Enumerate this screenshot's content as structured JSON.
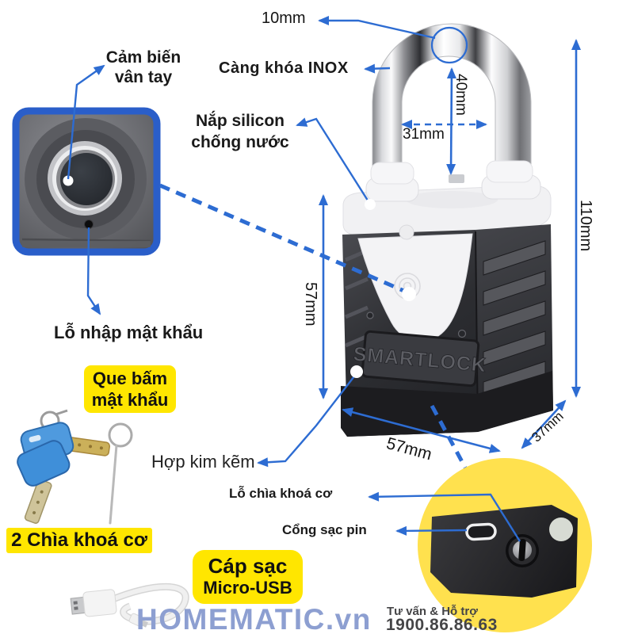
{
  "colors": {
    "accent_blue": "#2d6cd2",
    "label_yellow": "#ffe600",
    "circle_yellow": "#ffe14e",
    "logo_blue": "#8d9fd1",
    "text_dark": "#1a1a1a"
  },
  "product": {
    "engraving": "SMARTLOCK"
  },
  "callouts": {
    "fingerprint": {
      "line1": "Cảm biến",
      "line2": "vân tay"
    },
    "shackle": {
      "label": "Càng khóa INOX"
    },
    "silicon": {
      "line1": "Nắp silicon",
      "line2": "chống nước"
    },
    "password_hole": {
      "label": "Lỗ nhập mật khẩu"
    },
    "password_stick": {
      "line1": "Que bấm",
      "line2": "mật khẩu"
    },
    "keys": {
      "label": "2 Chìa khoá cơ"
    },
    "zinc_alloy": {
      "label": "Hợp kim kẽm"
    },
    "key_hole": {
      "label": "Lỗ chìa khoá cơ"
    },
    "charge_port": {
      "label": "Cổng sạc pin"
    },
    "cable": {
      "line1": "Cáp sạc",
      "line2": "Micro-USB"
    }
  },
  "dimensions": {
    "shackle_diameter": "10mm",
    "shackle_height": "40mm",
    "shackle_width": "31mm",
    "total_height": "110mm",
    "body_height": "57mm",
    "body_width": "57mm",
    "body_depth": "37mm"
  },
  "footer": {
    "logo": "HOMEMATIC.vn",
    "support": "Tư vấn & Hỗ trợ",
    "phone": "1900.86.86.63"
  }
}
